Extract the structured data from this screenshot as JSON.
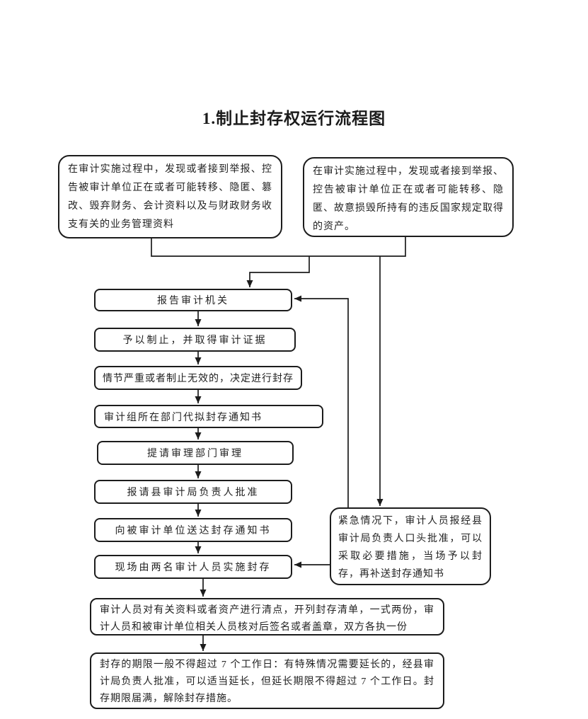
{
  "title": "1.制止封存权运行流程图",
  "flowchart": {
    "nodes": {
      "condition_left": "在审计实施过程中，发现或者接到举报、控告被审计单位正在或者可能转移、隐匿、篡改、毁弃财务、会计资料以及与财政财务收支有关的业务管理资料",
      "condition_right": "在审计实施过程中，发现或者接到举报、控告被审计单位正在或者可能转移、隐匿、故意损毁所持有的违反国家规定取得的资产。",
      "step1": "报告审计机关",
      "step2": "予以制止，并取得审计证据",
      "step3": "情节严重或者制止无效的，决定进行封存",
      "step4": "审计组所在部门代拟封存通知书",
      "step5": "提请审理部门审理",
      "step6": "报请县审计局负责人批准",
      "step7": "向被审计单位送达封存通知书",
      "step8": "现场由两名审计人员实施封存",
      "emergency": "紧急情况下，审计人员报经县审计局负责人口头批准，可以采取必要措施，当场予以封存，再补送封存通知书",
      "step9": "审计人员对有关资料或者资产进行清点，开列封存清单，一式两份，审计人员和被审计单位相关人员核对后签名或者盖章，双方各执一份",
      "step10": "封存的期限一般不得超过 7 个工作日：有特殊情况需要延长的，经县审计局负责人批准，可以适当延长，但延长期限不得超过 7 个工作日。封存期限届满，解除封存措施。"
    },
    "colors": {
      "line": "#1c1c1c",
      "box_border": "#1c1c1c",
      "background": "#ffffff",
      "text": "#222222"
    }
  }
}
